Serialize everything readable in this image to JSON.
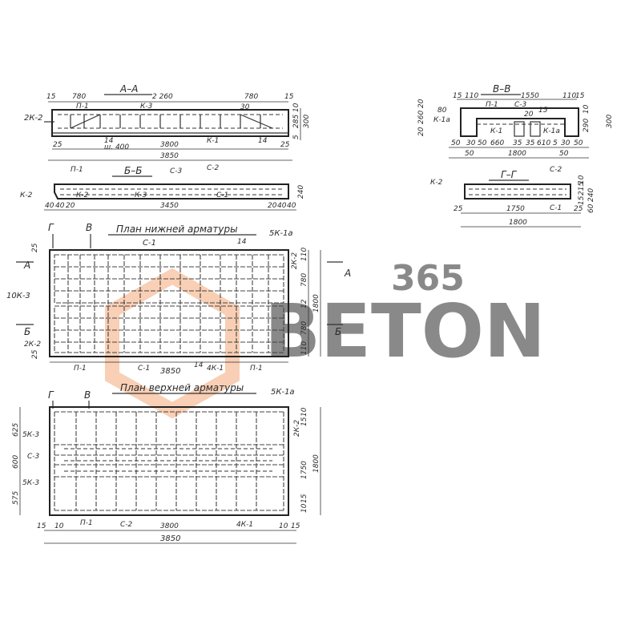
{
  "section_aa": {
    "title": "А–А",
    "mark_left": "2К-2",
    "top_dims": [
      "15",
      "780",
      "2 260",
      "780",
      "15"
    ],
    "labels": [
      "П-1",
      "К-3",
      "К-1",
      "14",
      "14",
      "30"
    ],
    "note": "ш. 400",
    "right_dims": [
      "10",
      "285",
      "300",
      "5"
    ],
    "bottom_dims": [
      "25",
      "3800",
      "25"
    ],
    "overall": "3850"
  },
  "section_bb": {
    "title": "Б–Б",
    "labels": [
      "П-1",
      "С-3",
      "С-2",
      "К-2",
      "К-2",
      "К-3",
      "С-1"
    ],
    "right_dim": "240",
    "bottom_dims": [
      "40",
      "40",
      "20",
      "3450",
      "20",
      "40",
      "40"
    ]
  },
  "section_vv": {
    "title": "В–В",
    "top_dims": [
      "15",
      "110",
      "1550",
      "110",
      "15"
    ],
    "labels": [
      "П-1",
      "С-3",
      "К-1а",
      "К-1",
      "К-1а",
      "80",
      "20",
      "15"
    ],
    "left_dims": [
      "20",
      "260",
      "20"
    ],
    "right_dims": [
      "10",
      "290",
      "300"
    ],
    "bottom_dims": [
      "50",
      "30",
      "50",
      "660",
      "35",
      "35",
      "610",
      "5",
      "30",
      "50"
    ],
    "bottom_dims2": [
      "50",
      "1800",
      "50"
    ]
  },
  "section_gg": {
    "title": "Г–Г",
    "labels": [
      "К-2",
      "С-2",
      "С-1"
    ],
    "right_dims": [
      "10",
      "215",
      "15",
      "240",
      "60"
    ],
    "bottom_dims": [
      "25",
      "1750",
      "25"
    ],
    "overall": "1800"
  },
  "plan_bottom": {
    "title": "План нижней арматуры",
    "section_marks": [
      "Г",
      "В",
      "А",
      "А",
      "Б",
      "Б"
    ],
    "labels": [
      "С-1",
      "14",
      "5К-1а",
      "10К-3",
      "2К-2",
      "2К-2",
      "П-1",
      "С-1",
      "14",
      "4К-1",
      "П-1"
    ],
    "left_dims": [
      "25",
      "25"
    ],
    "right_dims": [
      "110",
      "780",
      "12",
      "780",
      "110",
      "1800"
    ],
    "bottom_dim": "3850"
  },
  "plan_top": {
    "title": "План верхней арматуры",
    "section_marks": [
      "Г",
      "В"
    ],
    "labels": [
      "5К-1а",
      "5К-3",
      "С-3",
      "5К-3",
      "2К-2",
      "П-1",
      "С-2",
      "4К-1"
    ],
    "left_dims": [
      "625",
      "600",
      "575"
    ],
    "right_dims": [
      "10",
      "15",
      "1750",
      "15",
      "10",
      "1800"
    ],
    "bottom_dims": [
      "15",
      "10",
      "3800",
      "10",
      "15"
    ],
    "overall": "3850"
  },
  "watermark": {
    "number": "365",
    "word": "BETON",
    "colors": {
      "orange": "#f4a878",
      "gray": "#b4b4b4"
    }
  }
}
